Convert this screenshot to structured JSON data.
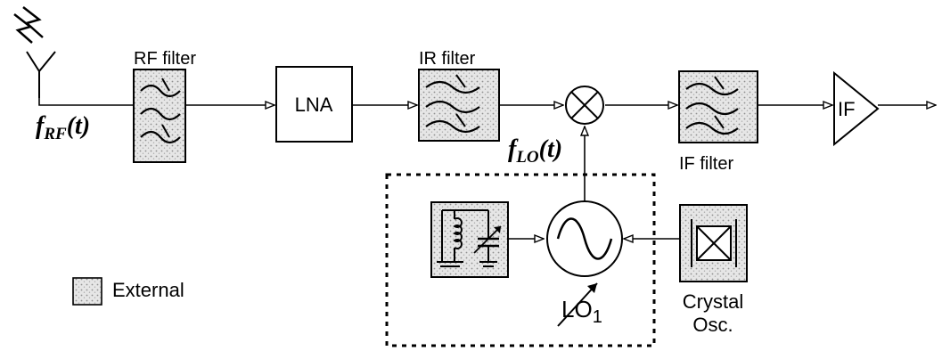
{
  "labels": {
    "rf_filter": "RF filter",
    "lna": "LNA",
    "ir_filter": "IR filter",
    "if_filter": "IF filter",
    "if_amp": "IF",
    "rf_signal_main": "f",
    "rf_signal_sub": "RF",
    "rf_signal_arg": "(t)",
    "lo_signal_main": "f",
    "lo_signal_sub": "LO",
    "lo_signal_arg": "(t)",
    "lo_name": "LO",
    "lo_index": "1",
    "crystal_line1": "Crystal",
    "crystal_line2": "Osc.",
    "legend_external": "External"
  },
  "icons": {
    "antenna": "antenna-icon",
    "mixer": "mixer-icon",
    "oscillator": "sine-oscillator-icon",
    "resonator": "lc-tank-icon",
    "crystal": "crystal-icon"
  },
  "colors": {
    "line": "#000000",
    "external_fill": "#d6d6d6"
  }
}
